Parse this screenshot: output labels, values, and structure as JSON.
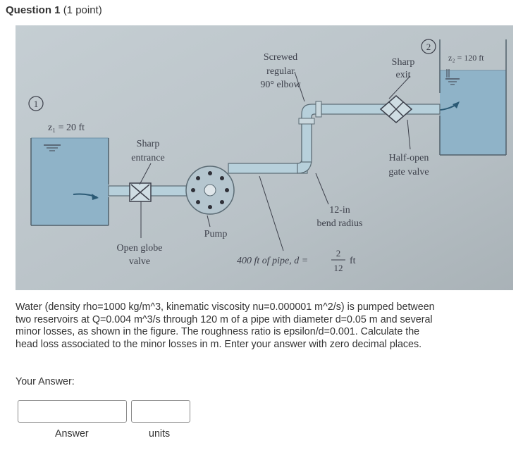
{
  "header": {
    "title": "Question 1",
    "points": "(1 point)"
  },
  "figure": {
    "node_left": "1",
    "node_right": "2",
    "z1_label": "z₁ = 20 ft",
    "z2_label": "z₂ = 120 ft",
    "sharp_entrance_line1": "Sharp",
    "sharp_entrance_line2": "entrance",
    "elbow_line1": "Screwed",
    "elbow_line2": "regular",
    "elbow_line3": "90° elbow",
    "sharp_exit_line1": "Sharp",
    "sharp_exit_line2": "exit",
    "gate_valve_line1": "Half-open",
    "gate_valve_line2": "gate valve",
    "bend_line1": "12-in",
    "bend_line2": "bend radius",
    "pump_label": "Pump",
    "globe_valve_line1": "Open globe",
    "globe_valve_line2": "valve",
    "pipe_label": "400 ft of pipe, d =",
    "pipe_fraction_num": "2",
    "pipe_fraction_den": "12",
    "pipe_unit": "ft"
  },
  "question_text": "Water (density rho=1000 kg/m^3, kinematic viscosity nu=0.000001 m^2/s) is pumped between two reservoirs at Q=0.004 m^3/s through 120 m of a pipe with diameter d=0.05 m and several minor losses, as shown in the figure. The roughness ratio is epsilon/d=0.001. Calculate the head loss associated to the minor losses in m. Enter your answer with zero decimal places.",
  "your_answer_label": "Your Answer:",
  "answer": {
    "value": "",
    "caption": "Answer"
  },
  "units": {
    "value": "",
    "caption": "units"
  }
}
